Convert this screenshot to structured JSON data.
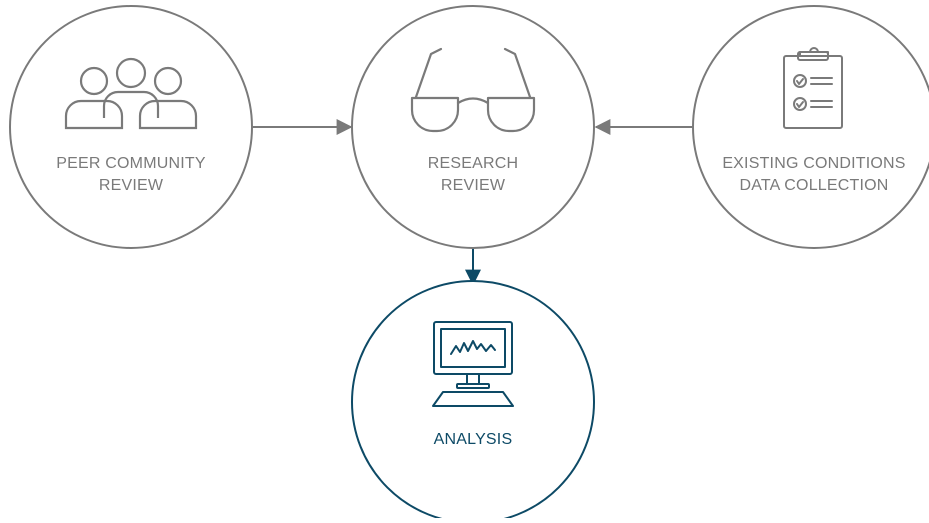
{
  "colors": {
    "gray": "#7a7a7a",
    "teal": "#0d4a66",
    "background": "#ffffff"
  },
  "nodes": {
    "peer": {
      "icon": "people-group-icon",
      "line1": "PEER COMMUNITY",
      "line2": "REVIEW"
    },
    "research": {
      "icon": "eyeglasses-icon",
      "line1": "RESEARCH",
      "line2": "REVIEW"
    },
    "existing": {
      "icon": "clipboard-checklist-icon",
      "line1": "EXISTING CONDITIONS",
      "line2": "DATA COLLECTION"
    },
    "analysis": {
      "icon": "computer-monitor-chart-icon",
      "line1": "ANALYSIS"
    }
  },
  "edges": [
    {
      "from": "peer",
      "to": "research"
    },
    {
      "from": "existing",
      "to": "research"
    },
    {
      "from": "research",
      "to": "analysis"
    }
  ]
}
